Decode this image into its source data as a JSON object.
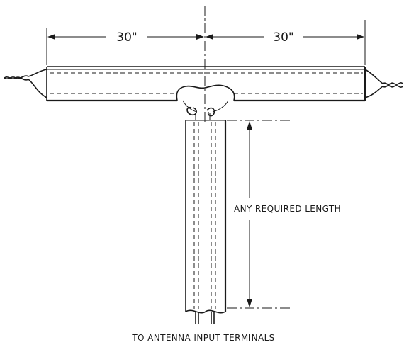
{
  "diagram": {
    "left_dimension": "30\"",
    "right_dimension": "30\"",
    "length_label": "ANY REQUIRED LENGTH",
    "terminal_label": "TO ANTENNA INPUT TERMINALS"
  }
}
